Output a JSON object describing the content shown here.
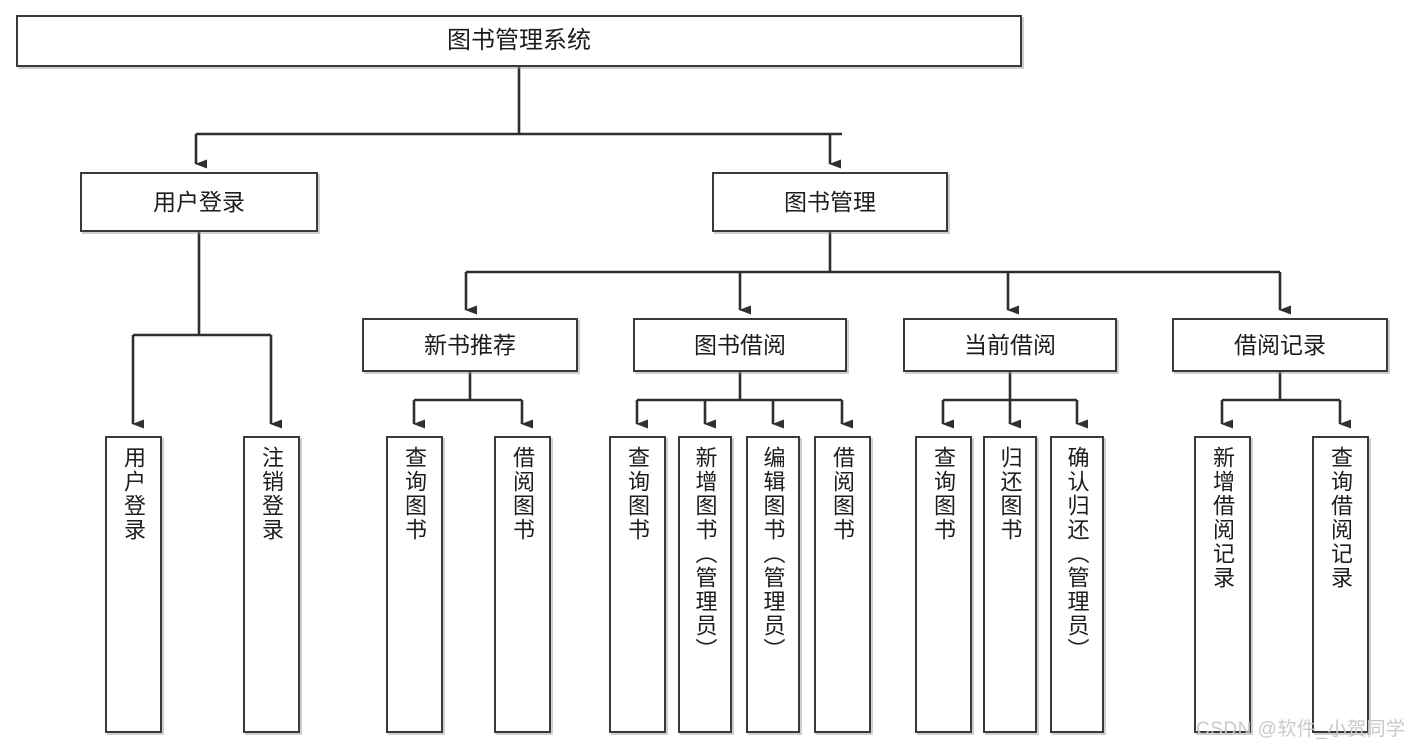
{
  "diagram": {
    "title": "图书管理系统",
    "type": "tree",
    "orientation": "top-down",
    "line_color": "#3a3a3a",
    "box_fill": "#ffffff",
    "text_color": "#1d1d1d"
  },
  "nodes": {
    "root": {
      "label": "图书管理系统",
      "level": 0
    },
    "level1": [
      {
        "id": "user-login",
        "label": "用户登录"
      },
      {
        "id": "book-manage",
        "label": "图书管理"
      }
    ],
    "level2": [
      {
        "id": "new-book-recommend",
        "label": "新书推荐"
      },
      {
        "id": "book-borrow",
        "label": "图书借阅"
      },
      {
        "id": "current-borrow",
        "label": "当前借阅"
      },
      {
        "id": "borrow-record",
        "label": "借阅记录"
      }
    ],
    "leaves": {
      "user-login": [
        {
          "id": "leaf-user-login",
          "label": "用户登录"
        },
        {
          "id": "leaf-logout-login",
          "label": "注销登录"
        }
      ],
      "new-book-recommend": [
        {
          "id": "leaf-query-book-1",
          "label": "查询图书"
        },
        {
          "id": "leaf-borrow-book-1",
          "label": "借阅图书"
        }
      ],
      "book-borrow": [
        {
          "id": "leaf-query-book-2",
          "label": "查询图书"
        },
        {
          "id": "leaf-add-book",
          "label": "新增图书（管理员）"
        },
        {
          "id": "leaf-edit-book",
          "label": "编辑图书（管理员）"
        },
        {
          "id": "leaf-borrow-book-2",
          "label": "借阅图书"
        }
      ],
      "current-borrow": [
        {
          "id": "leaf-query-book-3",
          "label": "查询图书"
        },
        {
          "id": "leaf-return-book",
          "label": "归还图书"
        },
        {
          "id": "leaf-confirm-return",
          "label": "确认归还（管理员）"
        }
      ],
      "borrow-record": [
        {
          "id": "leaf-add-record",
          "label": "新增借阅记录"
        },
        {
          "id": "leaf-query-record",
          "label": "查询借阅记录"
        }
      ]
    }
  },
  "watermark": {
    "text": "CSDN @软件_小贺同学"
  }
}
